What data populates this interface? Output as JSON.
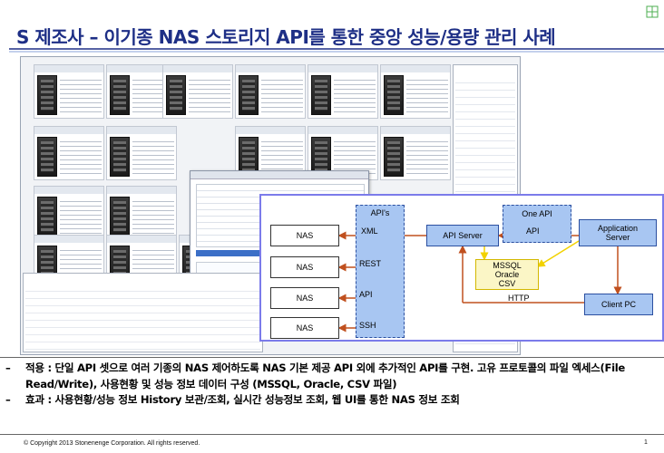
{
  "slide": {
    "title": "S 제조사 – 이기종 NAS 스토리지 API를 통한 중앙 성능/용량 관리 사례",
    "page_number": "1",
    "copyright": "© Copyright  2013  Stonenenge  Corporation.  All rights reserved."
  },
  "diagram": {
    "nas_labels": [
      "NAS",
      "NAS",
      "NAS",
      "NAS"
    ],
    "api_group_label": "API's",
    "protocols": [
      "XML",
      "REST",
      "API",
      "SSH"
    ],
    "api_server": "API Server",
    "one_api": "One API",
    "api_arrow_label": "API",
    "application_server": "Application Server",
    "databases": [
      "MSSQL",
      "Oracle",
      "CSV"
    ],
    "http_label": "HTTP",
    "client_pc": "Client PC"
  },
  "notes": [
    {
      "dash": "–",
      "text": "적용 : 단일 API 셋으로 여러 기종의 NAS 제어하도록 NAS 기본 제공 API 외에 추가적인 API를 구현. 고유 프로토콜의 파일 엑세스(File Read/Write), 사용현황 및 성능 정보 데이터 구성 (MSSQL, Oracle, CSV 파일)"
    },
    {
      "dash": "–",
      "text": "효과 : 사용현황/성능 정보 History 보관/조회, 실시간 성능정보 조회, 웹 UI를 통한 NAS 정보 조회"
    }
  ],
  "colors": {
    "title": "#1e2f86",
    "diagram_border": "#7b7bea",
    "arrow_orange": "#c0501f",
    "arrow_yellow": "#f2d200",
    "box_blue": "#a8c6f2",
    "db_fill": "#fbf6c6"
  }
}
